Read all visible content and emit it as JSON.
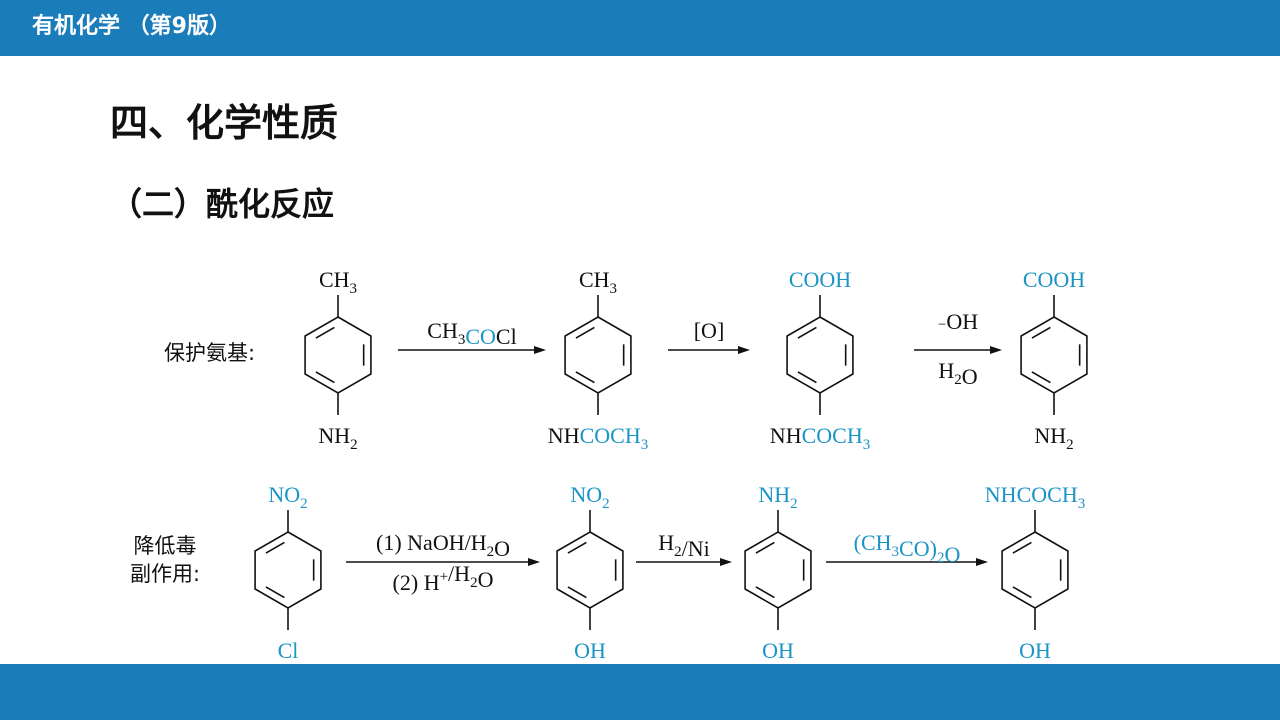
{
  "header": {
    "course_title": "有机化学 （第9版）"
  },
  "section_title": "四、化学性质",
  "subsection_title": "（二）酰化反应",
  "colors": {
    "bar": "#1a7dba",
    "highlight": "#1b94c6",
    "text": "#111111"
  },
  "rows": [
    {
      "label": "保护氨基:",
      "compounds": [
        {
          "top": "CH3",
          "bottom": "NH2"
        },
        {
          "top": "CH3",
          "bottom": "NHCOCH3"
        },
        {
          "top": "COOH",
          "bottom": "NHCOCH3"
        },
        {
          "top": "COOH",
          "bottom": "NH2"
        }
      ],
      "reagents": [
        {
          "above": "CH3COCl",
          "below": ""
        },
        {
          "above": "[O]",
          "below": ""
        },
        {
          "above": "−OH",
          "below": "H2O"
        }
      ]
    },
    {
      "label": "降低毒副作用:",
      "label_lines": [
        "降低毒",
        "副作用:"
      ],
      "compounds": [
        {
          "top": "NO2",
          "bottom": "Cl"
        },
        {
          "top": "NO2",
          "bottom": "OH"
        },
        {
          "top": "NH2",
          "bottom": "OH"
        },
        {
          "top": "NHCOCH3",
          "bottom": "OH"
        }
      ],
      "reagents": [
        {
          "above": "(1) NaOH/H2O",
          "below": "(2) H+/H2O"
        },
        {
          "above": "H2/Ni",
          "below": ""
        },
        {
          "above": "(CH3CO)2O",
          "below": ""
        }
      ]
    }
  ]
}
